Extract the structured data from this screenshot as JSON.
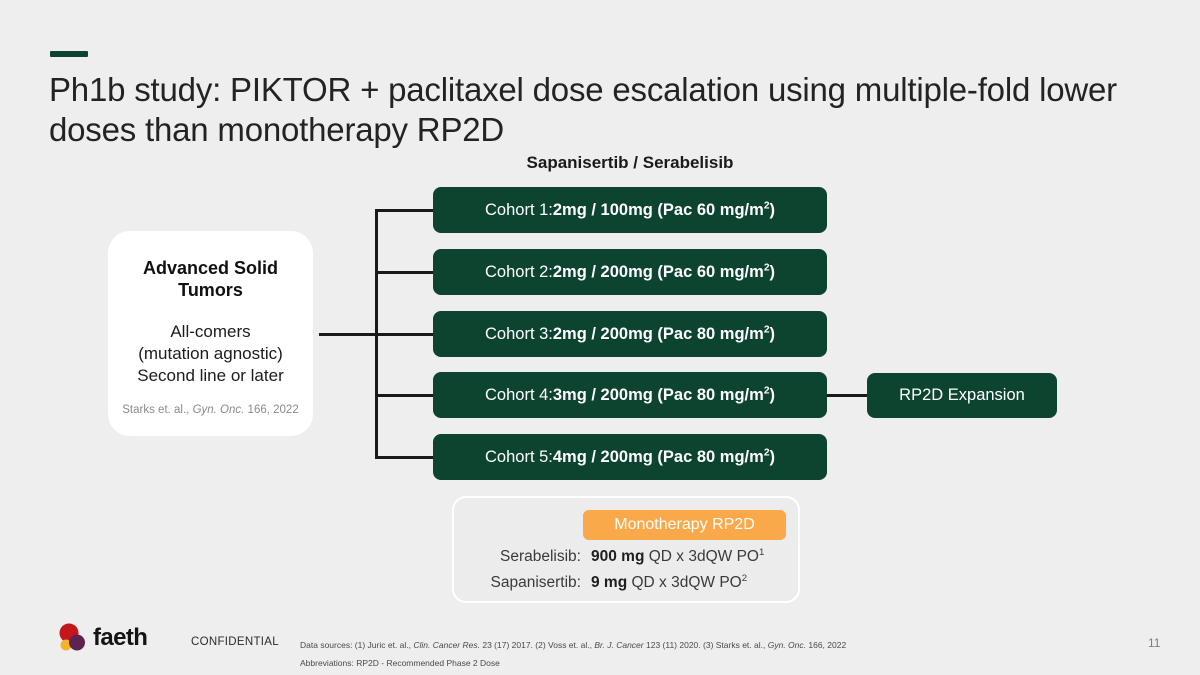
{
  "slide": {
    "title": "Ph1b study: PIKTOR + paclitaxel dose escalation using multiple-fold lower doses than monotherapy RP2D",
    "subtitle": "Sapanisertib / Serabelisib",
    "page_number": "11",
    "confidential_label": "CONFIDENTIAL",
    "colors": {
      "background": "#eeeeee",
      "cohort_green": "#0d4430",
      "accent_orange": "#f9a949",
      "panel_gray": "#ececec",
      "title_text": "#232323"
    }
  },
  "population": {
    "title": "Advanced Solid Tumors",
    "line1": "All-comers",
    "line2": "(mutation agnostic)",
    "line3": "Second line or later",
    "citation_pre": "Starks et. al., ",
    "citation_italic": "Gyn. Onc.",
    "citation_post": " 166, 2022"
  },
  "cohorts": [
    {
      "label": "Cohort 1: ",
      "dose": "2mg / 100mg (Pac 60 mg/m",
      "sup": "2",
      "dose_end": ")"
    },
    {
      "label": "Cohort 2: ",
      "dose": "2mg / 200mg (Pac 60 mg/m",
      "sup": "2",
      "dose_end": ")"
    },
    {
      "label": "Cohort 3: ",
      "dose": "2mg / 200mg (Pac 80 mg/m",
      "sup": "2",
      "dose_end": ")"
    },
    {
      "label": "Cohort 4: ",
      "dose": "3mg / 200mg (Pac 80 mg/m",
      "sup": "2",
      "dose_end": ")"
    },
    {
      "label": "Cohort 5: ",
      "dose": "4mg / 200mg (Pac 80 mg/m",
      "sup": "2",
      "dose_end": ")"
    }
  ],
  "expansion": {
    "label": "RP2D Expansion"
  },
  "monotherapy": {
    "badge": "Monotherapy RP2D",
    "rows": [
      {
        "drug": "Serabelisib:",
        "dose": "900 mg",
        "regimen": " QD x 3dQW PO",
        "sup": "1"
      },
      {
        "drug": "Sapanisertib:",
        "dose": "9 mg",
        "regimen": " QD x 3dQW PO",
        "sup": "2"
      }
    ]
  },
  "footer": {
    "logo_text": "faeth",
    "sources_prefix": "Data sources: (1) Juric et. al., ",
    "sources_i1": "Clin. Cancer Res.",
    "sources_m1": " 23 (17) 2017. (2) Voss et. al., ",
    "sources_i2": "Br. J. Cancer",
    "sources_m2": " 123 (11) 2020. (3) Starks et. al., ",
    "sources_i3": "Gyn. Onc.",
    "sources_m3": " 166, 2022",
    "abbreviations": "Abbreviations: RP2D - Recommended Phase 2 Dose"
  }
}
